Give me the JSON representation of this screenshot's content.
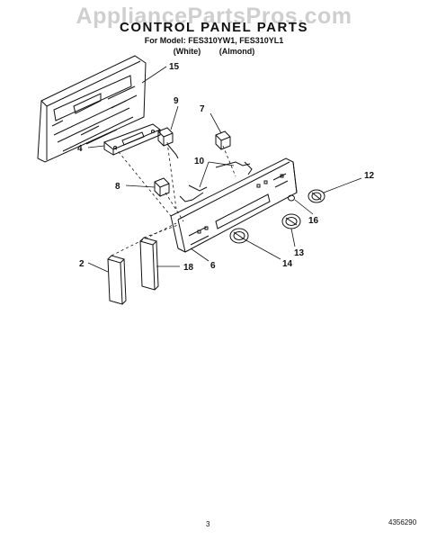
{
  "watermark": "AppliancePartsPros.com",
  "title": "CONTROL PANEL PARTS",
  "subtitle": "For Model: FES310YW1, FES310YL1",
  "variants": [
    "(White)",
    "(Almond)"
  ],
  "callouts": [
    "15",
    "9",
    "7",
    "4",
    "10",
    "12",
    "8",
    "16",
    "13",
    "14",
    "6",
    "2",
    "18"
  ],
  "footer": {
    "page": "3",
    "doc_number": "4356290"
  },
  "colors": {
    "line": "#111111",
    "watermark": "#cfcfcf",
    "background": "#ffffff"
  }
}
